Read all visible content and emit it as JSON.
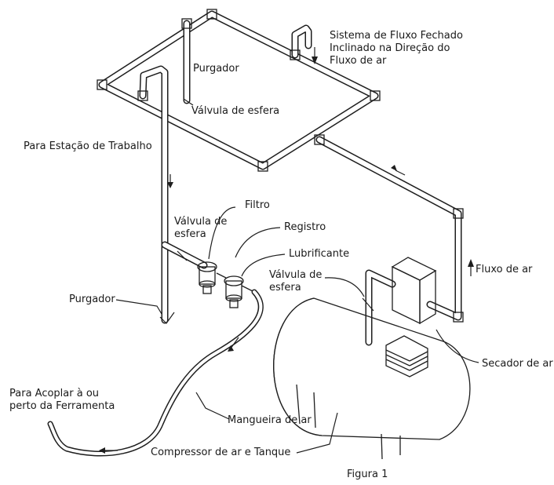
{
  "labels": {
    "closed_system": [
      "Sistema de Fluxo Fechado",
      "Inclinado na Direção do",
      "Fluxo de ar"
    ],
    "purgador_top": "Purgador",
    "valvula_top": "Válvula de esfera",
    "workstation": "Para Estação de Trabalho",
    "filtro": "Filtro",
    "valvula_mid": [
      "Válvula de",
      "esfera"
    ],
    "registro": "Registro",
    "lubrificante": "Lubrificante",
    "valvula_right": [
      "Válvula de",
      "esfera"
    ],
    "fluxo": "Fluxo de ar",
    "purgador_left": "Purgador",
    "secador": "Secador de ar",
    "tool": [
      "Para Acoplar à ou",
      "perto da Ferramenta"
    ],
    "mangueira": "Mangueira de ar",
    "compressor": "Compressor de ar e Tanque",
    "figure": "Figura 1"
  }
}
